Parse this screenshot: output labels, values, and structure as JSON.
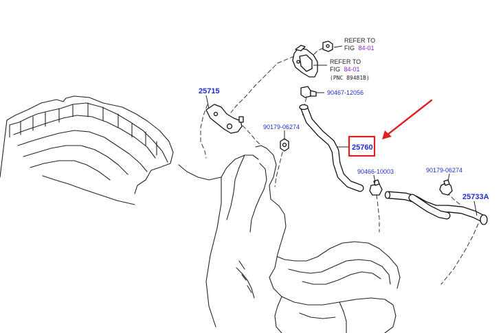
{
  "labels": {
    "p25715": "25715",
    "p90179_a": "90179-06274",
    "p90467": "90467-12056",
    "p25760": "25760",
    "p90466": "90466-10003",
    "p90179_b": "90179-06274",
    "p25733a": "25733A"
  },
  "refs": {
    "ref1_line1": "REFER TO",
    "ref1_prefix": "FIG",
    "ref1_fig": "84-01",
    "ref2_line1": "REFER TO",
    "ref2_prefix": "FIG",
    "ref2_fig": "84-01",
    "ref2_pnc": "(PNC 89481B)"
  },
  "colors": {
    "part_number": "#1f2ccf",
    "figure_link": "#8b1fc6",
    "highlight": "#e02020"
  }
}
